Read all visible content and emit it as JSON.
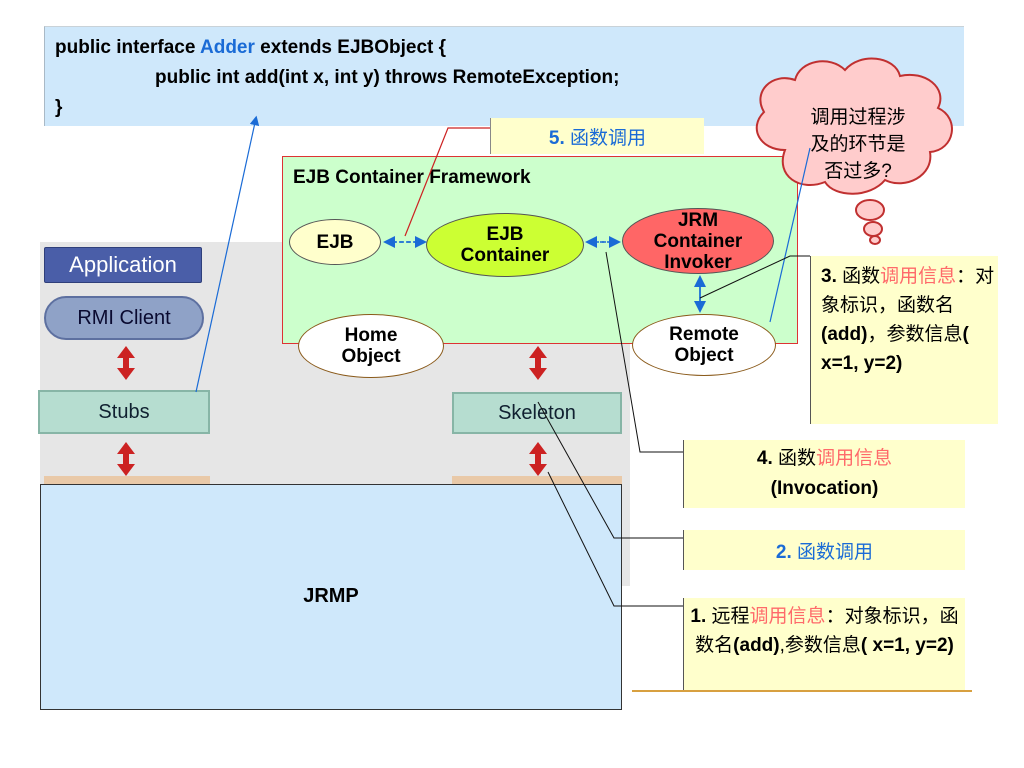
{
  "code": {
    "line1_pre": "public interface ",
    "line1_kw": "Adder",
    "line1_post": " extends EJBObject {",
    "line2": "public int add(int x, int y) throws RemoteException;",
    "line3": "}"
  },
  "left_stack": {
    "application": "Application",
    "rmi_client": "RMI Client",
    "stubs": "Stubs",
    "skeleton": "Skeleton",
    "jrmp": "JRMP"
  },
  "framework": {
    "title": "EJB Container Framework",
    "ejb": "EJB",
    "ejb_container_l1": "EJB",
    "ejb_container_l2": "Container",
    "jrm_l1": "JRM",
    "jrm_l2": "Container",
    "jrm_l3": "Invoker",
    "home_l1": "Home",
    "home_l2": "Object",
    "remote_l1": "Remote",
    "remote_l2": "Object"
  },
  "notes": {
    "n5_num": "5.",
    "n5_text": " 函数调用",
    "n3_num": "3.",
    "n3_a": " 函数",
    "n3_pink": "调用信息",
    "n3_b": "：对象标识，函数名",
    "n3_c": "(add)",
    "n3_d": "，参数信息",
    "n3_e": "( x=1, y=2)",
    "n4_num": "4.",
    "n4_a": " 函数",
    "n4_pink": "调用信息",
    "n4_b": "(Invocation)",
    "n2_num": "2.",
    "n2_text": " 函数调用",
    "n1_num": "1.",
    "n1_a": " 远程",
    "n1_pink": "调用信息",
    "n1_b": "：对象标识，函数名",
    "n1_c": "(add)",
    "n1_d": ",参数信息",
    "n1_e": "( x=1, y=2)"
  },
  "cloud": {
    "line1": "调用过程涉",
    "line2": "及的环节是",
    "line3": "否过多?"
  }
}
